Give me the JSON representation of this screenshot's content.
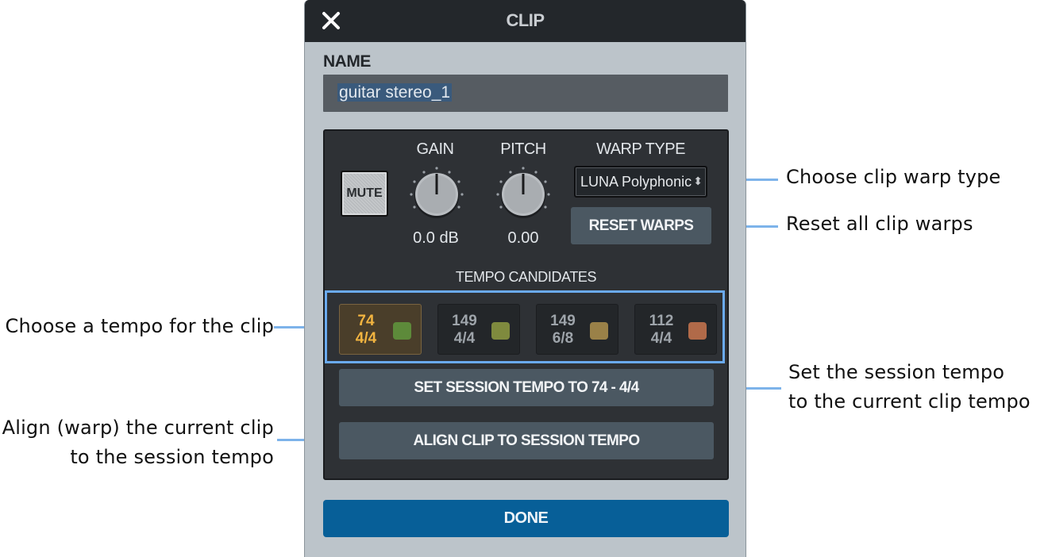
{
  "dialog": {
    "title": "CLIP",
    "name_label": "NAME",
    "name_value": "guitar stereo_1",
    "mute_label": "MUTE",
    "gain": {
      "label": "GAIN",
      "value": "0.0 dB"
    },
    "pitch": {
      "label": "PITCH",
      "value": "0.00"
    },
    "warp": {
      "label": "WARP TYPE",
      "selected": "LUNA Polyphonic",
      "reset_label": "RESET WARPS"
    },
    "tempo_candidates_label": "TEMPO CANDIDATES",
    "tempo_candidates": [
      {
        "bpm": "74",
        "meter": "4/4",
        "color": "#5d8a3a",
        "active": true
      },
      {
        "bpm": "149",
        "meter": "4/4",
        "color": "#7f8a3e",
        "active": false
      },
      {
        "bpm": "149",
        "meter": "6/8",
        "color": "#9a8148",
        "active": false
      },
      {
        "bpm": "112",
        "meter": "4/4",
        "color": "#b16a49",
        "active": false
      }
    ],
    "set_session_tempo_label": "SET SESSION TEMPO TO 74 - 4/4",
    "align_clip_label": "ALIGN CLIP TO SESSION TEMPO",
    "done_label": "DONE"
  },
  "callouts": {
    "warp_type": "Choose clip warp type",
    "reset_warps": "Reset all clip warps",
    "choose_tempo": "Choose a tempo for the clip",
    "set_session_line1": "Set the session tempo",
    "set_session_line2": "to the current clip tempo",
    "align_line1": "Align (warp) the current clip",
    "align_line2": "to the session tempo"
  },
  "colors": {
    "accent_blue": "#075f98",
    "highlight": "#6aaaf0",
    "active_tempo": "#f2b440"
  }
}
